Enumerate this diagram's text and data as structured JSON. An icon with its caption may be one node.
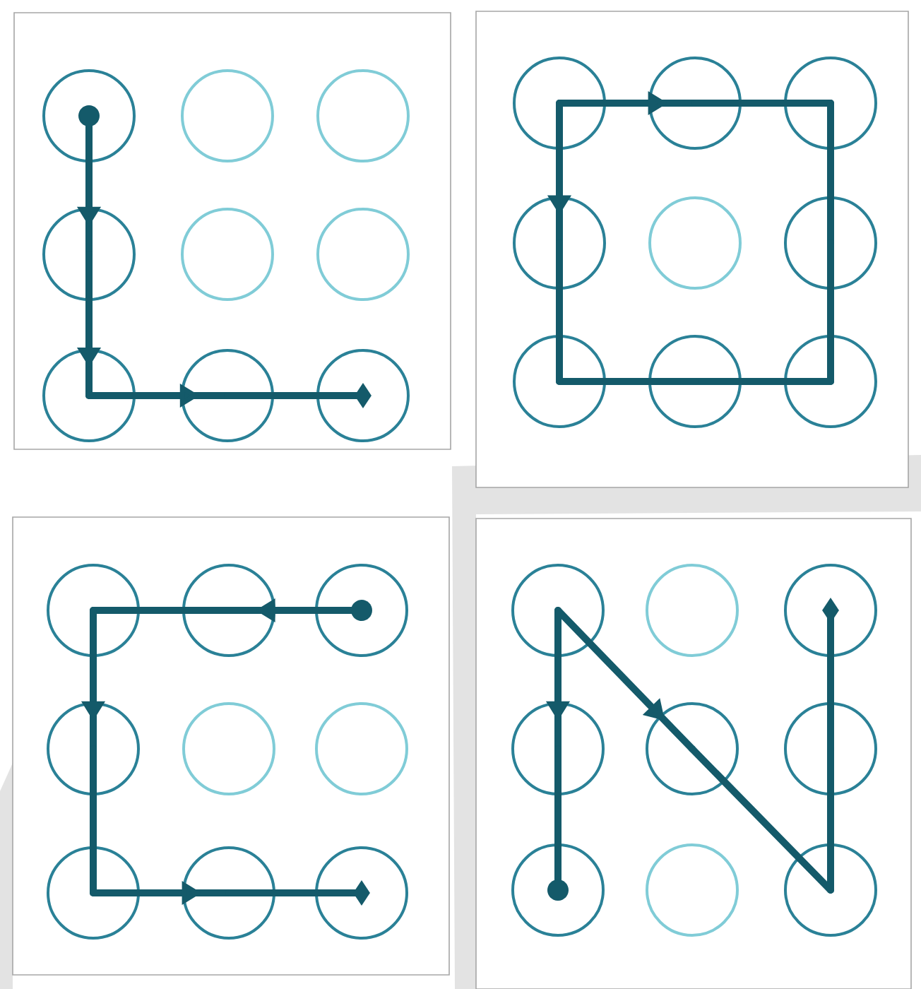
{
  "diagram": {
    "nodes": [
      {
        "text": [],
        "shape": "box"
      },
      {
        "text": [],
        "shape": "circle",
        "in": 0
      },
      {
        "text": [],
        "shape": "circle",
        "in": 0
      },
      {
        "text": [],
        "shape": "circle",
        "in": 0
      },
      {
        "text": [],
        "shape": "circle",
        "in": 0
      },
      {
        "text": [],
        "shape": "circle",
        "in": 0
      },
      {
        "text": [],
        "shape": "circle",
        "in": 0
      },
      {
        "text": [],
        "shape": "circle",
        "in": 0
      },
      {
        "text": [],
        "shape": "circle",
        "in": 0
      },
      {
        "text": [],
        "shape": "circle",
        "in": 0
      },
      {
        "text": [],
        "shape": "box"
      },
      {
        "text": [],
        "shape": "circle",
        "in": 10
      },
      {
        "text": [],
        "shape": "circle",
        "in": 10
      },
      {
        "text": [],
        "shape": "circle",
        "in": 10
      },
      {
        "text": [],
        "shape": "circle",
        "in": 10
      },
      {
        "text": [],
        "shape": "circle",
        "in": 10
      },
      {
        "text": [],
        "shape": "circle",
        "in": 10
      },
      {
        "text": [],
        "shape": "circle",
        "in": 10
      },
      {
        "text": [],
        "shape": "circle",
        "in": 10
      },
      {
        "text": [],
        "shape": "circle",
        "in": 10
      },
      {
        "text": [],
        "shape": "box"
      },
      {
        "text": [],
        "shape": "circle",
        "in": 20
      },
      {
        "text": [],
        "shape": "circle",
        "in": 20
      },
      {
        "text": [],
        "shape": "circle",
        "in": 20
      },
      {
        "text": [],
        "shape": "circle",
        "in": 20
      },
      {
        "text": [],
        "shape": "circle",
        "in": 20
      },
      {
        "text": [],
        "shape": "circle",
        "in": 20
      },
      {
        "text": [],
        "shape": "circle",
        "in": 20
      },
      {
        "text": [],
        "shape": "circle",
        "in": 20
      },
      {
        "text": [],
        "shape": "circle",
        "in": 20
      },
      {
        "text": [],
        "shape": "box"
      },
      {
        "text": [],
        "shape": "circle",
        "in": 30
      },
      {
        "text": [],
        "shape": "circle",
        "in": 30
      },
      {
        "text": [],
        "shape": "circle",
        "in": 30
      },
      {
        "text": [],
        "shape": "circle",
        "in": 30
      },
      {
        "text": [],
        "shape": "circle",
        "in": 30
      },
      {
        "text": [],
        "shape": "circle",
        "in": 30
      },
      {
        "text": [],
        "shape": "circle",
        "in": 30
      },
      {
        "text": [],
        "shape": "circle",
        "in": 30
      },
      {
        "text": [],
        "shape": "circle",
        "in": 30
      }
    ],
    "edges": [
      {
        "from": 1,
        "to": 4,
        "arrow": "to"
      },
      {
        "from": 4,
        "to": 7,
        "arrow": "to"
      },
      {
        "from": 7,
        "to": 8,
        "arrow": "to"
      },
      {
        "from": 8,
        "to": 9,
        "arrow": "other"
      },
      {
        "from": 11,
        "to": 12,
        "arrow": "to"
      },
      {
        "from": 12,
        "to": 13,
        "arrow": "none"
      },
      {
        "from": 13,
        "to": 16,
        "arrow": "none"
      },
      {
        "from": 16,
        "to": 19,
        "arrow": "none"
      },
      {
        "from": 19,
        "to": 18,
        "arrow": "none"
      },
      {
        "from": 18,
        "to": 17,
        "arrow": "none"
      },
      {
        "from": 11,
        "to": 14,
        "arrow": "to"
      },
      {
        "from": 14,
        "to": 17,
        "arrow": "none"
      },
      {
        "from": 23,
        "to": 22,
        "arrow": "to"
      },
      {
        "from": 22,
        "to": 21,
        "arrow": "none"
      },
      {
        "from": 21,
        "to": 24,
        "arrow": "to"
      },
      {
        "from": 24,
        "to": 27,
        "arrow": "none"
      },
      {
        "from": 27,
        "to": 28,
        "arrow": "to"
      },
      {
        "from": 28,
        "to": 29,
        "arrow": "other"
      },
      {
        "from": 31,
        "to": 34,
        "arrow": "to"
      },
      {
        "from": 34,
        "to": 37,
        "arrow": "other"
      },
      {
        "from": 31,
        "to": 35,
        "arrow": "to"
      },
      {
        "from": 35,
        "to": 39,
        "arrow": "none"
      },
      {
        "from": 39,
        "to": 36,
        "arrow": "none"
      },
      {
        "from": 36,
        "to": 33,
        "arrow": "other"
      }
    ]
  }
}
